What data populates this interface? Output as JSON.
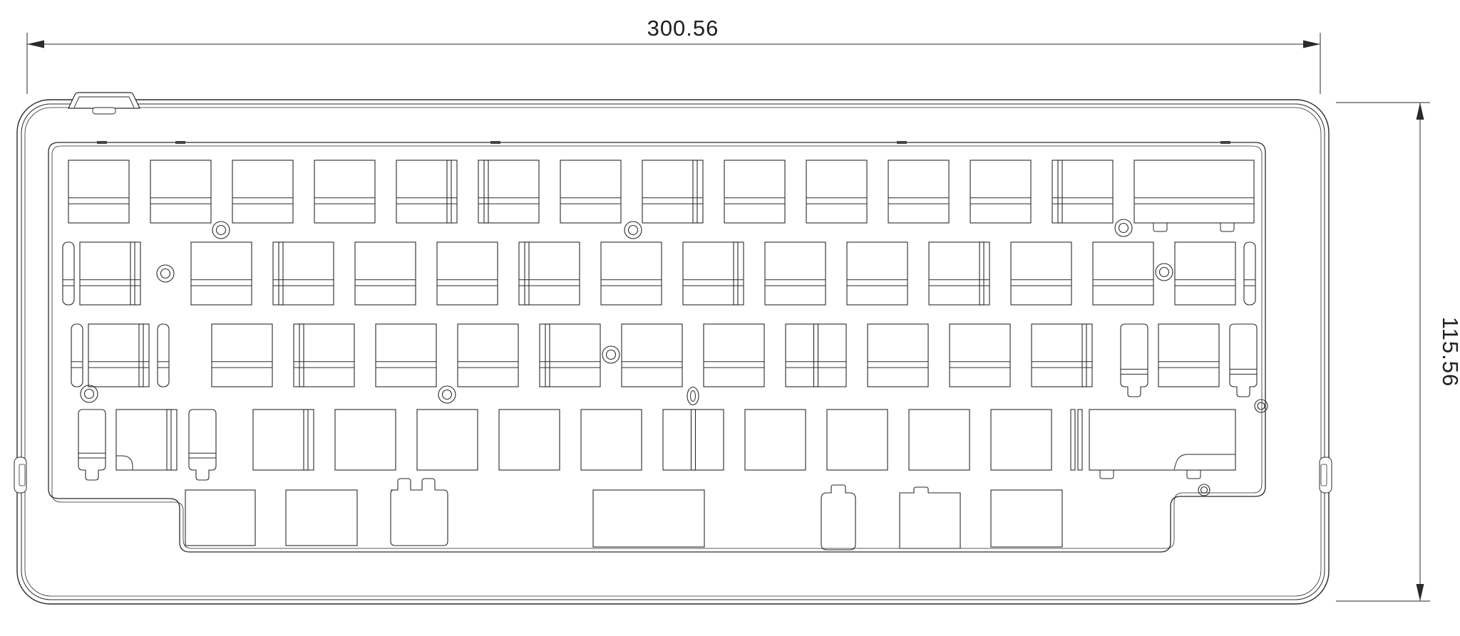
{
  "drawing": {
    "kind": "keyboard-case-technical-drawing",
    "view": "top"
  },
  "dimensions": {
    "width_label": "300.56",
    "height_label": "115.56"
  },
  "colors": {
    "background": "#ffffff",
    "line": "#2a2a2a"
  }
}
